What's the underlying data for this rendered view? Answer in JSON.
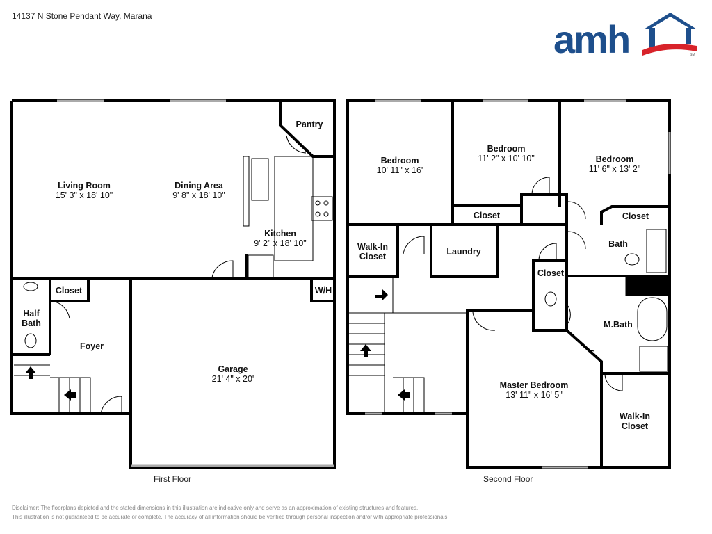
{
  "address": "14137 N Stone Pendant Way, Marana",
  "logo": {
    "text": "amh",
    "mark": "SM",
    "colors": {
      "blue": "#1e4f8c",
      "red": "#d8232a"
    }
  },
  "first_floor": {
    "label": "First Floor",
    "rooms": [
      {
        "name": "Living Room",
        "dims": "15' 3\" x 18' 10\""
      },
      {
        "name": "Dining Area",
        "dims": "9' 8\" x 18' 10\""
      },
      {
        "name": "Pantry"
      },
      {
        "name": "Kitchen",
        "dims": "9' 2\" x 18' 10\""
      },
      {
        "name": "Closet"
      },
      {
        "name": "W/H"
      },
      {
        "name": "Half Bath"
      },
      {
        "name": "Foyer"
      },
      {
        "name": "Garage",
        "dims": "21' 4\" x 20'"
      }
    ]
  },
  "second_floor": {
    "label": "Second Floor",
    "rooms": [
      {
        "name": "Bedroom",
        "dims": "10' 11\" x 16'"
      },
      {
        "name": "Bedroom",
        "dims": "11' 2\" x 10' 10\""
      },
      {
        "name": "Bedroom",
        "dims": "11' 6\" x 13' 2\""
      },
      {
        "name": "Closet"
      },
      {
        "name": "Closet"
      },
      {
        "name": "Walk-In Closet"
      },
      {
        "name": "Laundry"
      },
      {
        "name": "Bath"
      },
      {
        "name": "Closet"
      },
      {
        "name": "M.Bath"
      },
      {
        "name": "Master Bedroom",
        "dims": "13' 11\" x 16' 5\""
      },
      {
        "name": "Walk-In Closet"
      }
    ]
  },
  "disclaimer": [
    "Disclaimer: The floorplans depicted and the stated dimensions in this illustration are indicative only and serve as an approximation of existing structures and features.",
    "This illustration is not guaranteed to be accurate or complete. The accuracy of all information should be verified through personal inspection and/or with appropriate professionals."
  ]
}
